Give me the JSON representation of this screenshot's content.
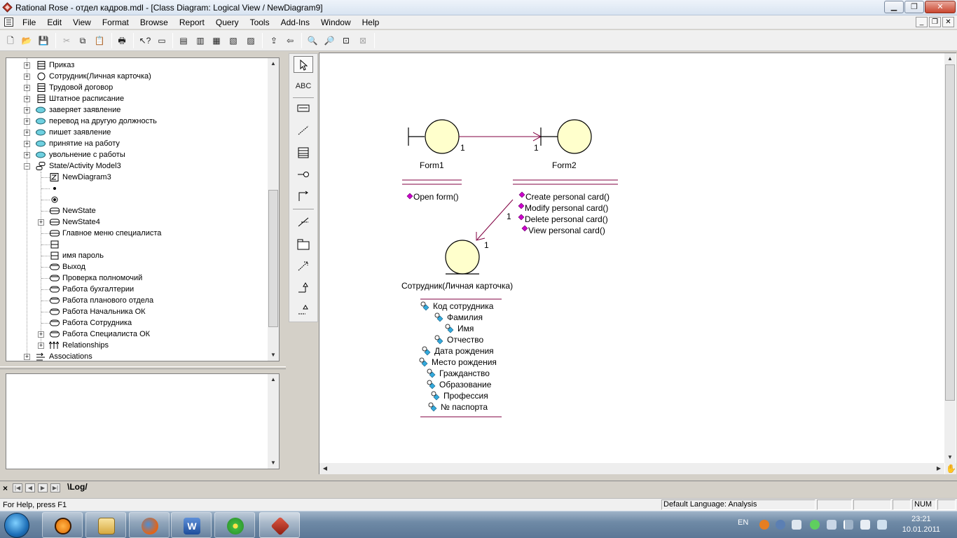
{
  "window": {
    "title": "Rational Rose - отдел кадров.mdl - [Class Diagram: Logical View / NewDiagram9]",
    "minimize": "▁",
    "maximize": "❐",
    "close": "✕"
  },
  "menubar": {
    "items": [
      "File",
      "Edit",
      "View",
      "Format",
      "Browse",
      "Report",
      "Query",
      "Tools",
      "Add-Ins",
      "Window",
      "Help"
    ],
    "mdi_minimize": "_",
    "mdi_restore": "❐",
    "mdi_close": "✕"
  },
  "tree": {
    "nodes": [
      {
        "label": "Приказ",
        "icon": "class-icon"
      },
      {
        "label": "Сотрудник(Личная карточка)",
        "icon": "entity-icon"
      },
      {
        "label": "Трудовой договор",
        "icon": "class-icon"
      },
      {
        "label": "Штатное расписание",
        "icon": "class-icon"
      },
      {
        "label": "заверяет заявление",
        "icon": "use-case-icon"
      },
      {
        "label": "перевод на другую должность",
        "icon": "use-case-icon"
      },
      {
        "label": "пишет заявление",
        "icon": "use-case-icon"
      },
      {
        "label": "принятие на работу",
        "icon": "use-case-icon"
      },
      {
        "label": "увольнение с работы",
        "icon": "use-case-icon"
      },
      {
        "label": "State/Activity Model3",
        "icon": "state-model-icon"
      },
      {
        "label": "NewDiagram3",
        "icon": "diagram-icon"
      },
      {
        "label": "",
        "icon": "start-state-icon"
      },
      {
        "label": "",
        "icon": "end-state-icon"
      },
      {
        "label": "NewState",
        "icon": "state-icon"
      },
      {
        "label": "NewState4",
        "icon": "state-icon"
      },
      {
        "label": "Главное меню специалиста",
        "icon": "state-icon"
      },
      {
        "label": "",
        "icon": "swimlane-icon"
      },
      {
        "label": "имя пароль",
        "icon": "swimlane-icon"
      },
      {
        "label": "Выход",
        "icon": "activity-icon"
      },
      {
        "label": "Проверка полномочий",
        "icon": "activity-icon"
      },
      {
        "label": "Работа  бухгалтерии",
        "icon": "activity-icon"
      },
      {
        "label": "Работа  планового отдела",
        "icon": "activity-icon"
      },
      {
        "label": "Работа Начальника ОК",
        "icon": "activity-icon"
      },
      {
        "label": "Работа Сотрудника",
        "icon": "activity-icon"
      },
      {
        "label": "Работа Специалиста ОК",
        "icon": "activity-icon"
      },
      {
        "label": "Relationships",
        "icon": "relationships-icon"
      },
      {
        "label": "Associations",
        "icon": "associations-icon"
      }
    ]
  },
  "toolbox": {
    "text_tool": "ABC"
  },
  "diagram": {
    "form1": {
      "name": "Form1",
      "multiplicity": "1",
      "operations": [
        "Open form()"
      ]
    },
    "form2": {
      "name": "Form2",
      "multiplicity": "1",
      "operations": [
        "Create  personal card()",
        "Modify  personal card()",
        "Delete  personal card()",
        "View  personal card()"
      ]
    },
    "entity": {
      "name": "Сотрудник(Личная карточка)",
      "multiplicity": "1",
      "attributes": [
        "Код сотрудника",
        "Фамилия",
        "Имя",
        "Отчество",
        "Дата рождения",
        "Место рождения",
        "Гражданство",
        "Образование",
        "Профессия",
        "№  паспорта"
      ]
    },
    "assoc_form2_entity_multiplicity": "1",
    "colors": {
      "class_fill": "#ffffcc",
      "line": "#800040",
      "op_marker": "#cc00cc",
      "attr_marker": "#33aadd"
    }
  },
  "logtabs": {
    "tab": "\\Log/"
  },
  "statusbar": {
    "help": "For Help, press F1",
    "language": "Default Language: Analysis",
    "num": "NUM"
  },
  "taskbar": {
    "lang": "EN",
    "time": "23:21",
    "date": "10.01.2011"
  }
}
